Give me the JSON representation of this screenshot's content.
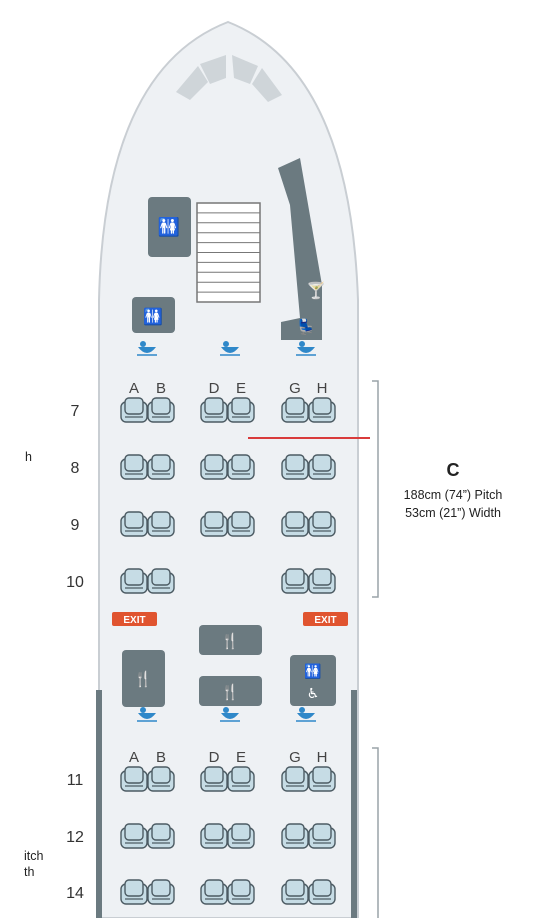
{
  "seat_map": {
    "colors": {
      "fuselage_fill": "#eef1f4",
      "fuselage_stroke": "#c9ced3",
      "seat_fill": "#c6dce5",
      "seat_stroke": "#4c5b63",
      "facility": "#6b7a80",
      "exit": "#e0542f",
      "bassinet": "#2f88c9",
      "divider": "#d93b3b",
      "bracket": "#9aa3a8"
    },
    "icons": {
      "lavatory": "lavatory-icon",
      "galley": "galley-icon",
      "bar": "cocktail-icon",
      "lounge": "lounge-seat-icon",
      "bassinet": "bassinet-icon",
      "accessible": "wheelchair-icon"
    },
    "upper_section": {
      "columns": [
        "A",
        "B",
        "D",
        "E",
        "G",
        "H"
      ],
      "rows": [
        {
          "number": "7",
          "blocks": [
            "AB",
            "DE",
            "GH"
          ]
        },
        {
          "number": "8",
          "blocks": [
            "AB",
            "DE",
            "GH"
          ]
        },
        {
          "number": "9",
          "blocks": [
            "AB",
            "DE",
            "GH"
          ]
        },
        {
          "number": "10",
          "blocks": [
            "AB",
            "GH"
          ]
        }
      ]
    },
    "lower_section": {
      "columns": [
        "A",
        "B",
        "D",
        "E",
        "G",
        "H"
      ],
      "rows": [
        {
          "number": "11",
          "blocks": [
            "AB",
            "DE",
            "GH"
          ]
        },
        {
          "number": "12",
          "blocks": [
            "AB",
            "DE",
            "GH"
          ]
        },
        {
          "number": "14",
          "blocks": [
            "AB",
            "DE",
            "GH"
          ]
        }
      ]
    },
    "exits": {
      "left_label": "EXIT",
      "right_label": "EXIT"
    },
    "cabin_info": {
      "class_code": "C",
      "pitch": "188cm (74”) Pitch",
      "width": "53cm (21”) Width"
    },
    "cutoff_text": {
      "upper": "h",
      "lower_1": "itch",
      "lower_2": "th"
    }
  }
}
